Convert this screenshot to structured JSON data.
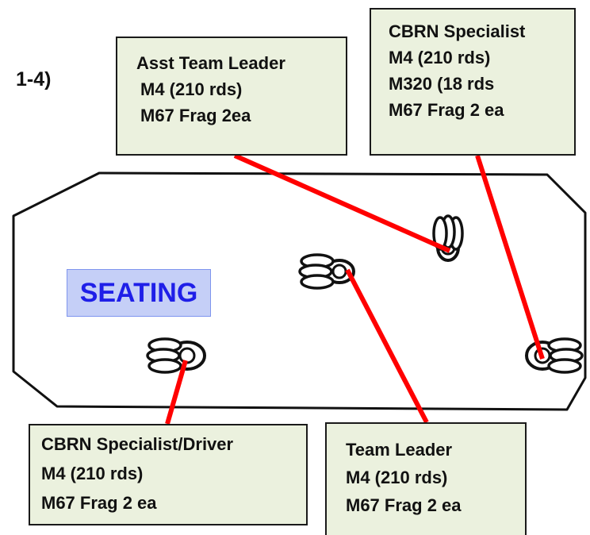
{
  "figure_label": "1-4)",
  "seating_label": "SEATING",
  "colors": {
    "callout_fill": "#ebf1de",
    "leader_line": "#ff0000",
    "seating_label_fill": "#c5cff7",
    "seating_label_text": "#1f1fe8",
    "outline": "#111111"
  },
  "callouts": {
    "asst_team_leader": {
      "lines": [
        "Asst Team Leader",
        "M4 (210 rds)",
        "M67 Frag 2ea"
      ]
    },
    "cbrn_specialist": {
      "lines": [
        "CBRN Specialist",
        "M4 (210 rds)",
        "M320 (18 rds",
        "M67 Frag 2 ea"
      ]
    },
    "cbrn_specialist_driver": {
      "lines": [
        "CBRN Specialist/Driver",
        "M4 (210 rds)",
        "M67 Frag 2 ea"
      ]
    },
    "team_leader": {
      "lines": [
        "Team Leader",
        "M4 (210 rds)",
        "M67 Frag 2 ea"
      ]
    }
  },
  "positions": [
    {
      "name": "asst-team-leader-position",
      "role": "Asst Team Leader",
      "icon": "seat-icon"
    },
    {
      "name": "team-leader-position",
      "role": "Team Leader",
      "icon": "seat-icon"
    },
    {
      "name": "cbrn-specialist-position",
      "role": "CBRN Specialist",
      "icon": "seat-icon"
    },
    {
      "name": "cbrn-specialist-driver-position",
      "role": "CBRN Specialist/Driver",
      "icon": "seat-icon"
    }
  ]
}
